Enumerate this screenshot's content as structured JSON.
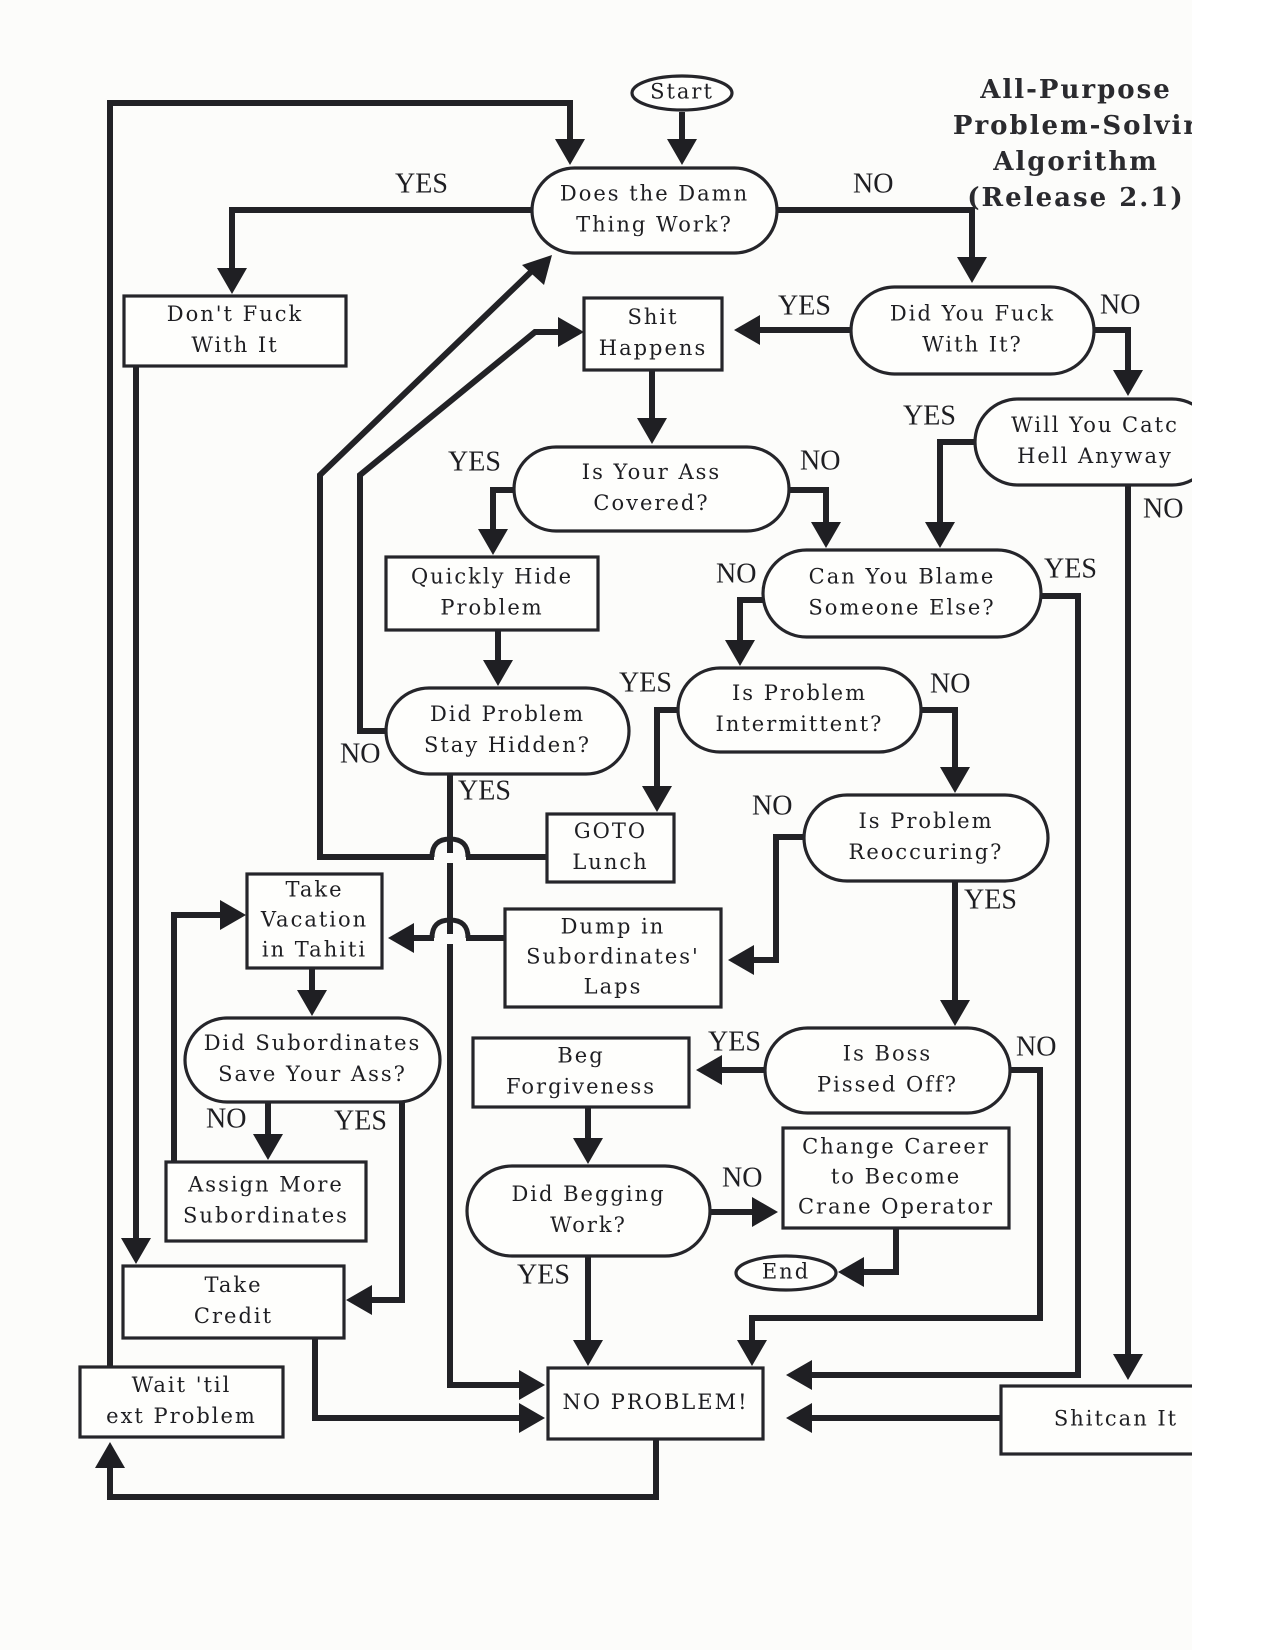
{
  "title": {
    "lines": [
      "All-Purpose",
      "Problem-Solvir",
      "Algorithm",
      "(Release 2.1)"
    ]
  },
  "nodes": {
    "start": {
      "shape": "terminal",
      "lines": [
        "Start"
      ]
    },
    "damn_thing_work": {
      "shape": "decision",
      "lines": [
        "Does the Damn",
        "Thing Work?"
      ]
    },
    "dont_fuck": {
      "shape": "process",
      "lines": [
        "Don't Fuck",
        "With It"
      ]
    },
    "did_you_fuck": {
      "shape": "decision",
      "lines": [
        "Did You Fuck",
        "With It?"
      ]
    },
    "shit_happens": {
      "shape": "process",
      "lines": [
        "Shit",
        "Happens"
      ]
    },
    "catch_hell": {
      "shape": "decision",
      "lines": [
        "Will You Catc",
        "Hell Anyway"
      ]
    },
    "ass_covered": {
      "shape": "decision",
      "lines": [
        "Is Your Ass",
        "Covered?"
      ]
    },
    "hide_problem": {
      "shape": "process",
      "lines": [
        "Quickly Hide",
        "Problem"
      ]
    },
    "blame": {
      "shape": "decision",
      "lines": [
        "Can You Blame",
        "Someone Else?"
      ]
    },
    "intermittent": {
      "shape": "decision",
      "lines": [
        "Is Problem",
        "Intermittent?"
      ]
    },
    "stay_hidden": {
      "shape": "decision",
      "lines": [
        "Did Problem",
        "Stay Hidden?"
      ]
    },
    "goto_lunch": {
      "shape": "process",
      "lines": [
        "GOTO",
        "Lunch"
      ]
    },
    "reoccuring": {
      "shape": "decision",
      "lines": [
        "Is Problem",
        "Reoccuring?"
      ]
    },
    "tahiti": {
      "shape": "process",
      "lines": [
        "Take",
        "Vacation",
        "in Tahiti"
      ]
    },
    "dump": {
      "shape": "process",
      "lines": [
        "Dump in",
        "Subordinates'",
        "Laps"
      ]
    },
    "subs_save": {
      "shape": "decision",
      "lines": [
        "Did Subordinates",
        "Save Your Ass?"
      ]
    },
    "boss_pissed": {
      "shape": "decision",
      "lines": [
        "Is Boss",
        "Pissed Off?"
      ]
    },
    "beg": {
      "shape": "process",
      "lines": [
        "Beg",
        "Forgiveness"
      ]
    },
    "assign_more": {
      "shape": "process",
      "lines": [
        "Assign More",
        "Subordinates"
      ]
    },
    "crane": {
      "shape": "process",
      "lines": [
        "Change Career",
        "to Become",
        "Crane Operator"
      ]
    },
    "begging_work": {
      "shape": "decision",
      "lines": [
        "Did Begging",
        "Work?"
      ]
    },
    "end": {
      "shape": "terminal",
      "lines": [
        "End"
      ]
    },
    "take_credit": {
      "shape": "process",
      "lines": [
        "Take",
        "Credit"
      ]
    },
    "wait_til": {
      "shape": "process",
      "lines": [
        "Wait 'til",
        "ext Problem"
      ]
    },
    "no_problem": {
      "shape": "process",
      "lines": [
        "NO PROBLEM!"
      ]
    },
    "shitcan": {
      "shape": "process",
      "lines": [
        "Shitcan It"
      ]
    }
  },
  "edge_labels": {
    "damn_yes": "YES",
    "damn_no": "NO",
    "fuck_yes": "YES",
    "fuck_no": "NO",
    "hell_yes": "YES",
    "hell_no": "NO",
    "ass_yes": "YES",
    "ass_no": "NO",
    "blame_no": "NO",
    "blame_yes": "YES",
    "inter_yes": "YES",
    "inter_no": "NO",
    "hidden_no": "NO",
    "hidden_yes": "YES",
    "reocc_no": "NO",
    "reocc_yes": "YES",
    "subs_no": "NO",
    "subs_yes": "YES",
    "boss_yes": "YES",
    "boss_no": "NO",
    "beg_no": "NO",
    "beg_yes": "YES"
  },
  "colors": {
    "ink": "#222226",
    "paper": "#fcfcfa"
  }
}
